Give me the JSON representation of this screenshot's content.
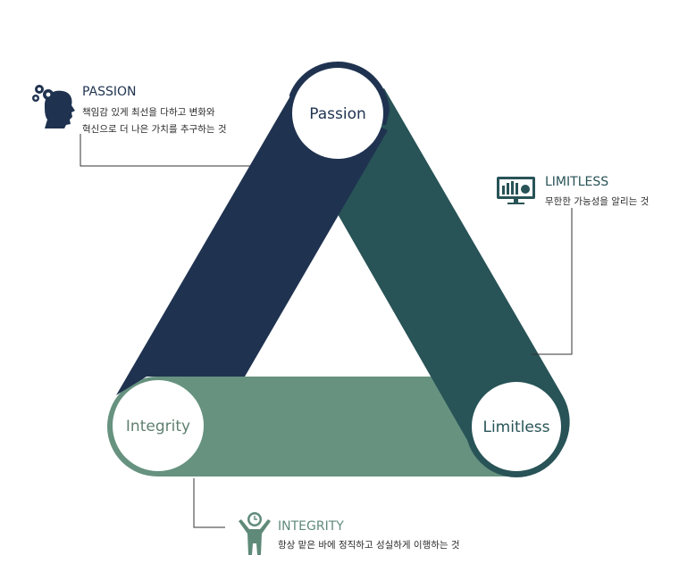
{
  "colors": {
    "passion": "#1f3350",
    "limitless": "#285357",
    "integrity": "#66927f",
    "connector": "#333333",
    "description": "#2b2b2b",
    "background": "#ffffff"
  },
  "nodes": {
    "passion": {
      "label": "Passion"
    },
    "limitless": {
      "label": "Limitless"
    },
    "integrity": {
      "label": "Integrity"
    }
  },
  "callouts": {
    "passion": {
      "title": "PASSION",
      "line1": "책임감 있게 최선을 다하고 변화와",
      "line2": "혁신으로 더 나은 가치를 추구하는 것",
      "icon": "head-gears-icon"
    },
    "limitless": {
      "title": "LIMITLESS",
      "line1": "무한한 가능성을 알리는 것",
      "icon": "monitor-chart-icon"
    },
    "integrity": {
      "title": "INTEGRITY",
      "line1": "항상 맡은 바에 정직하고 성실하게 이행하는 것",
      "icon": "person-clock-icon"
    }
  }
}
